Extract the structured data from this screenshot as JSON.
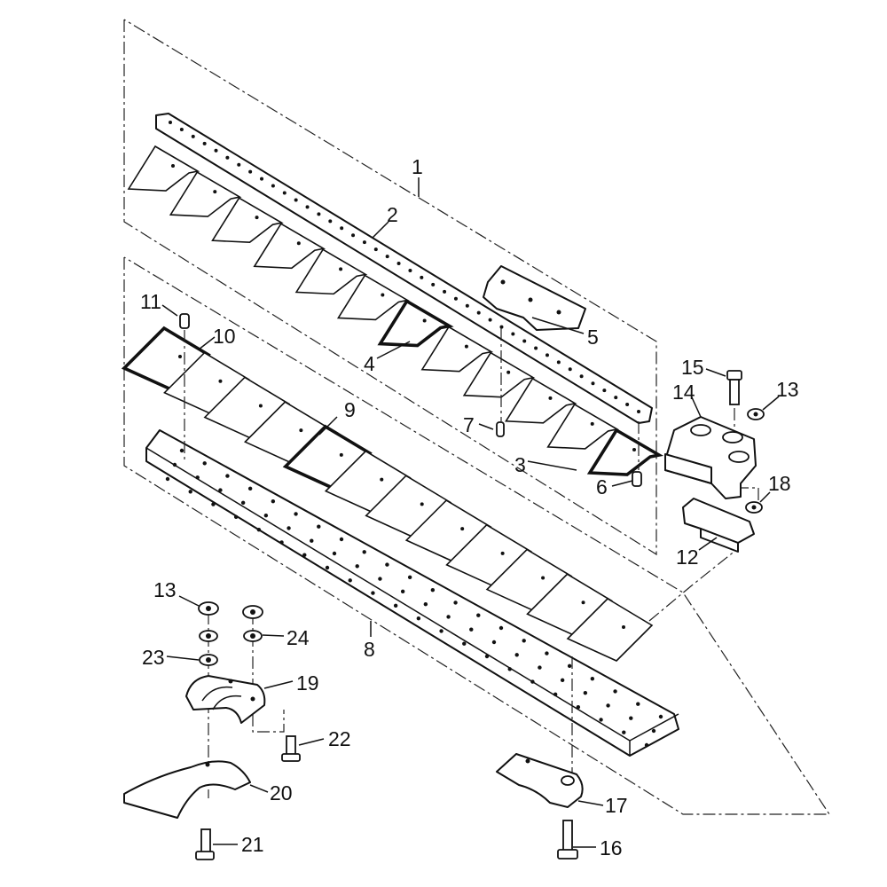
{
  "diagram": {
    "callouts": [
      {
        "id": "p1",
        "label": "1"
      },
      {
        "id": "p2",
        "label": "2"
      },
      {
        "id": "p3",
        "label": "3"
      },
      {
        "id": "p4",
        "label": "4"
      },
      {
        "id": "p5",
        "label": "5"
      },
      {
        "id": "p6",
        "label": "6"
      },
      {
        "id": "p7",
        "label": "7"
      },
      {
        "id": "p8",
        "label": "8"
      },
      {
        "id": "p9",
        "label": "9"
      },
      {
        "id": "p10",
        "label": "10"
      },
      {
        "id": "p11",
        "label": "11"
      },
      {
        "id": "p12",
        "label": "12"
      },
      {
        "id": "p13a",
        "label": "13"
      },
      {
        "id": "p13b",
        "label": "13"
      },
      {
        "id": "p14",
        "label": "14"
      },
      {
        "id": "p15",
        "label": "15"
      },
      {
        "id": "p16",
        "label": "16"
      },
      {
        "id": "p17",
        "label": "17"
      },
      {
        "id": "p18",
        "label": "18"
      },
      {
        "id": "p19",
        "label": "19"
      },
      {
        "id": "p20",
        "label": "20"
      },
      {
        "id": "p21",
        "label": "21"
      },
      {
        "id": "p22",
        "label": "22"
      },
      {
        "id": "p23",
        "label": "23"
      },
      {
        "id": "p24",
        "label": "24"
      }
    ]
  }
}
